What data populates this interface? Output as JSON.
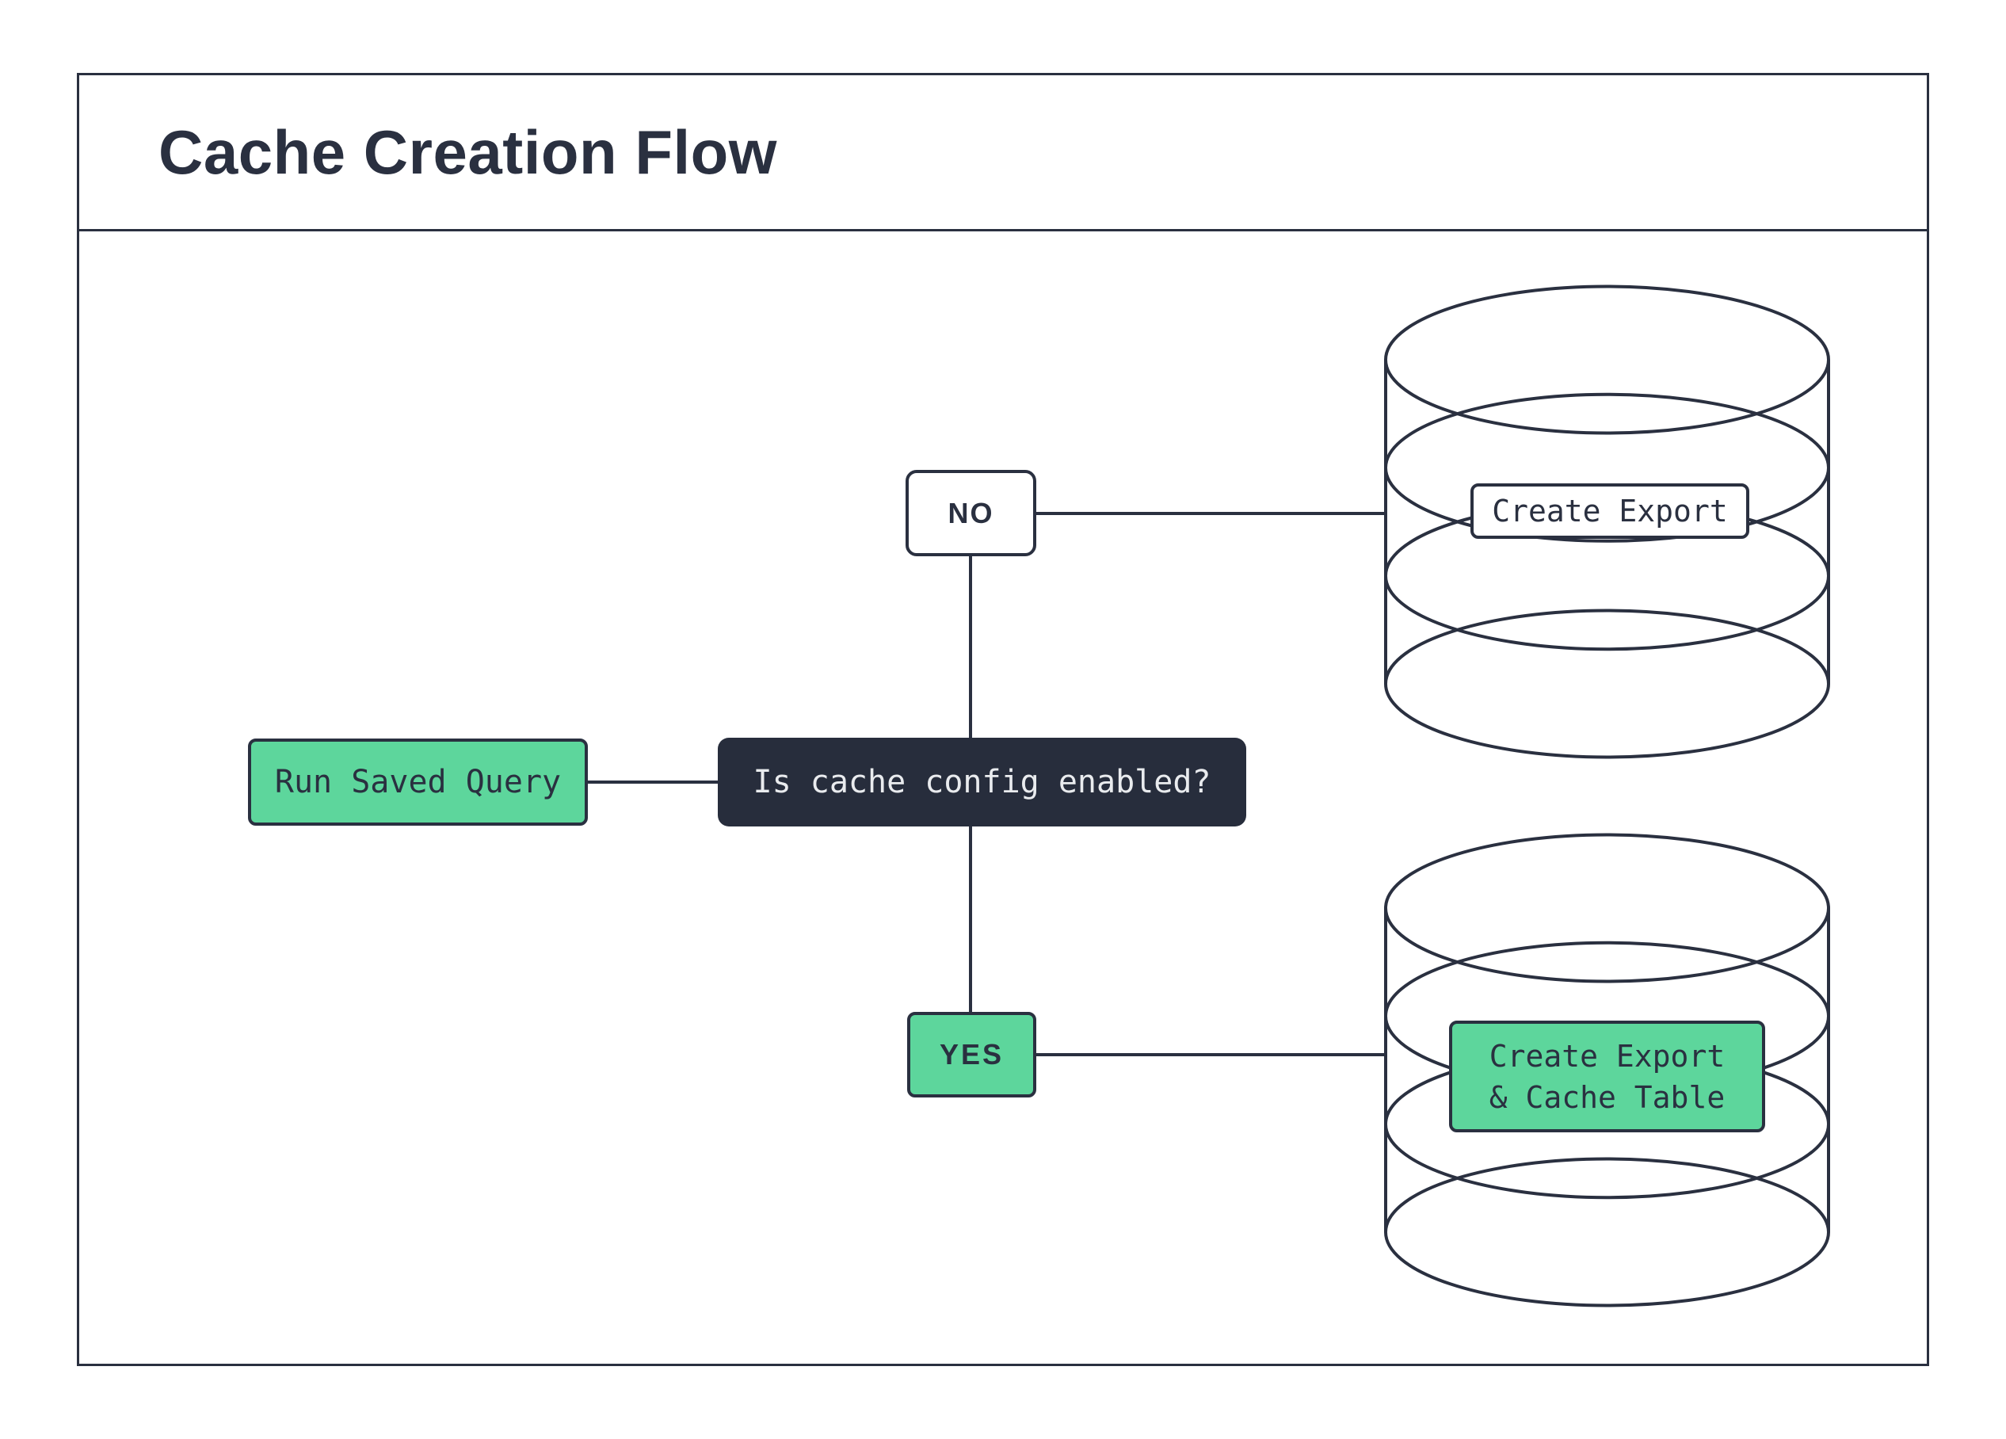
{
  "header": {
    "title": "Cache Creation Flow"
  },
  "flow": {
    "start": {
      "label": "Run Saved Query"
    },
    "decision": {
      "label": "Is cache config enabled?"
    },
    "branch_no": {
      "label": "NO"
    },
    "branch_yes": {
      "label": "YES"
    },
    "no_result": {
      "label": "Create Export"
    },
    "yes_result": {
      "label_line1": "Create Export",
      "label_line2": "& Cache Table"
    }
  },
  "colors": {
    "ink": "#2A3040",
    "green": "#5DD69C",
    "dark": "#272D3C",
    "light_text": "#E9EBEE",
    "bg": "#FFFFFF"
  }
}
